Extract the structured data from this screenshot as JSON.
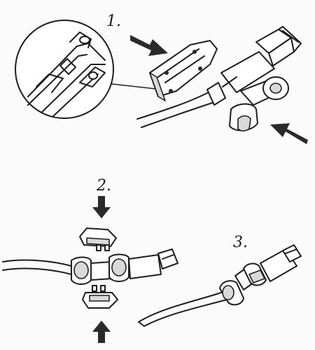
{
  "steps": {
    "step1": "1.",
    "step2": "2.",
    "step3": "3."
  },
  "icons": [
    "arrow-icon",
    "magnifier-circle-icon"
  ],
  "colors": {
    "line": "#1e1e1e",
    "shade": "#d9d9d9",
    "background": "#fbfbfb"
  }
}
